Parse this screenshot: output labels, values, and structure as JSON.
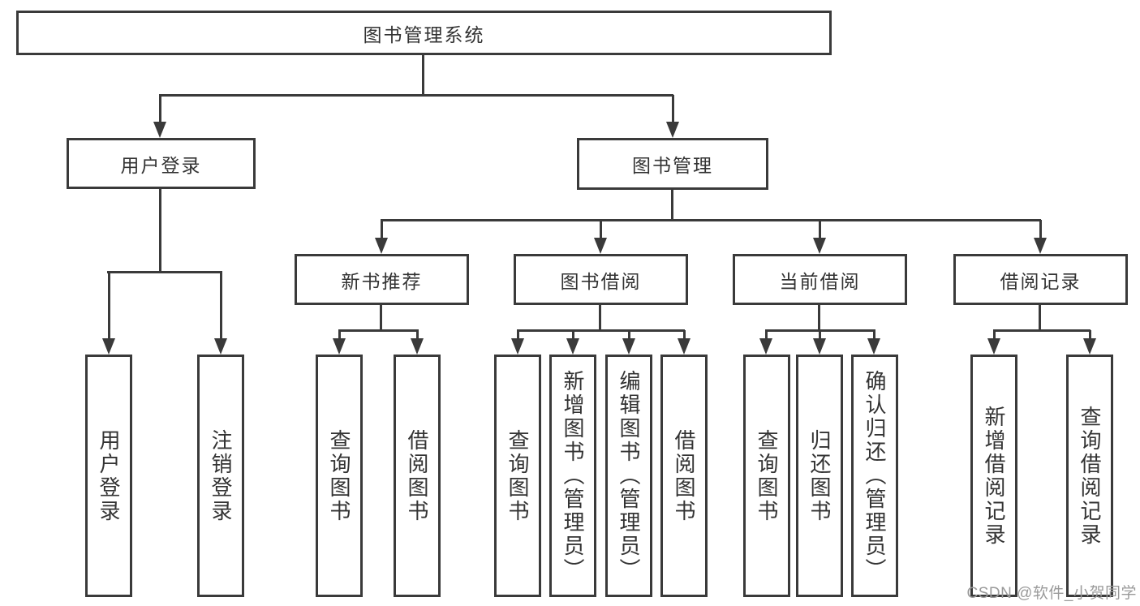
{
  "tree": {
    "label": "图书管理系统",
    "children": [
      {
        "label": "用户登录",
        "children": [
          {
            "label": "用户登录"
          },
          {
            "label": "注销登录"
          }
        ]
      },
      {
        "label": "图书管理",
        "children": [
          {
            "label": "新书推荐",
            "children": [
              {
                "label": "查询图书"
              },
              {
                "label": "借阅图书"
              }
            ]
          },
          {
            "label": "图书借阅",
            "children": [
              {
                "label": "查询图书"
              },
              {
                "label": "新增图书（管理员）"
              },
              {
                "label": "编辑图书（管理员）"
              },
              {
                "label": "借阅图书"
              }
            ]
          },
          {
            "label": "当前借阅",
            "children": [
              {
                "label": "查询图书"
              },
              {
                "label": "归还图书"
              },
              {
                "label": "确认归还（管理员）"
              }
            ]
          },
          {
            "label": "借阅记录",
            "children": [
              {
                "label": "新增借阅记录"
              },
              {
                "label": "查询借阅记录"
              }
            ]
          }
        ]
      }
    ]
  },
  "watermark": "CSDN @软件_小贺同学",
  "colors": {
    "line": "#3a3a3a",
    "text": "#333333",
    "background": "#ffffff",
    "watermark": "#9a9a9a"
  }
}
